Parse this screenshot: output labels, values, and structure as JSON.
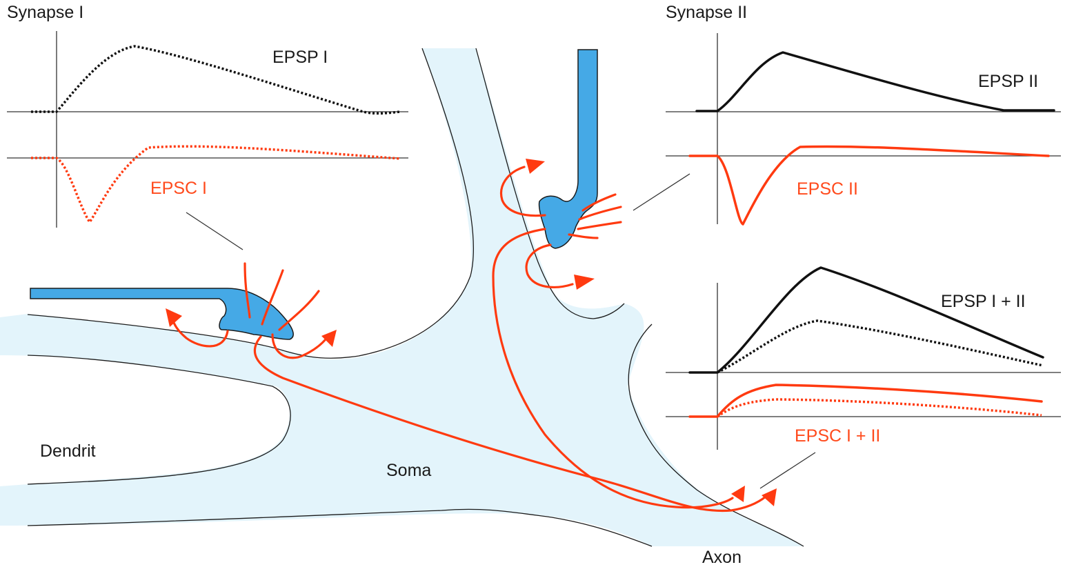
{
  "labels": {
    "synapse1": "Synapse I",
    "synapse2": "Synapse II",
    "epsp1": "EPSP I",
    "epsc1": "EPSC I",
    "epsp2": "EPSP II",
    "epsc2": "EPSC II",
    "epsp12": "EPSP I + II",
    "epsc12": "EPSC I + II",
    "dendrit": "Dendrit",
    "soma": "Soma",
    "axon": "Axon"
  },
  "colors": {
    "membrane_fill": "#e3f4fb",
    "presynaptic_terminal": "#45a9e6",
    "current_arrows": "#ff3a10",
    "epsp_trace": "#111111",
    "epsc_trace": "#ff3a10"
  }
}
